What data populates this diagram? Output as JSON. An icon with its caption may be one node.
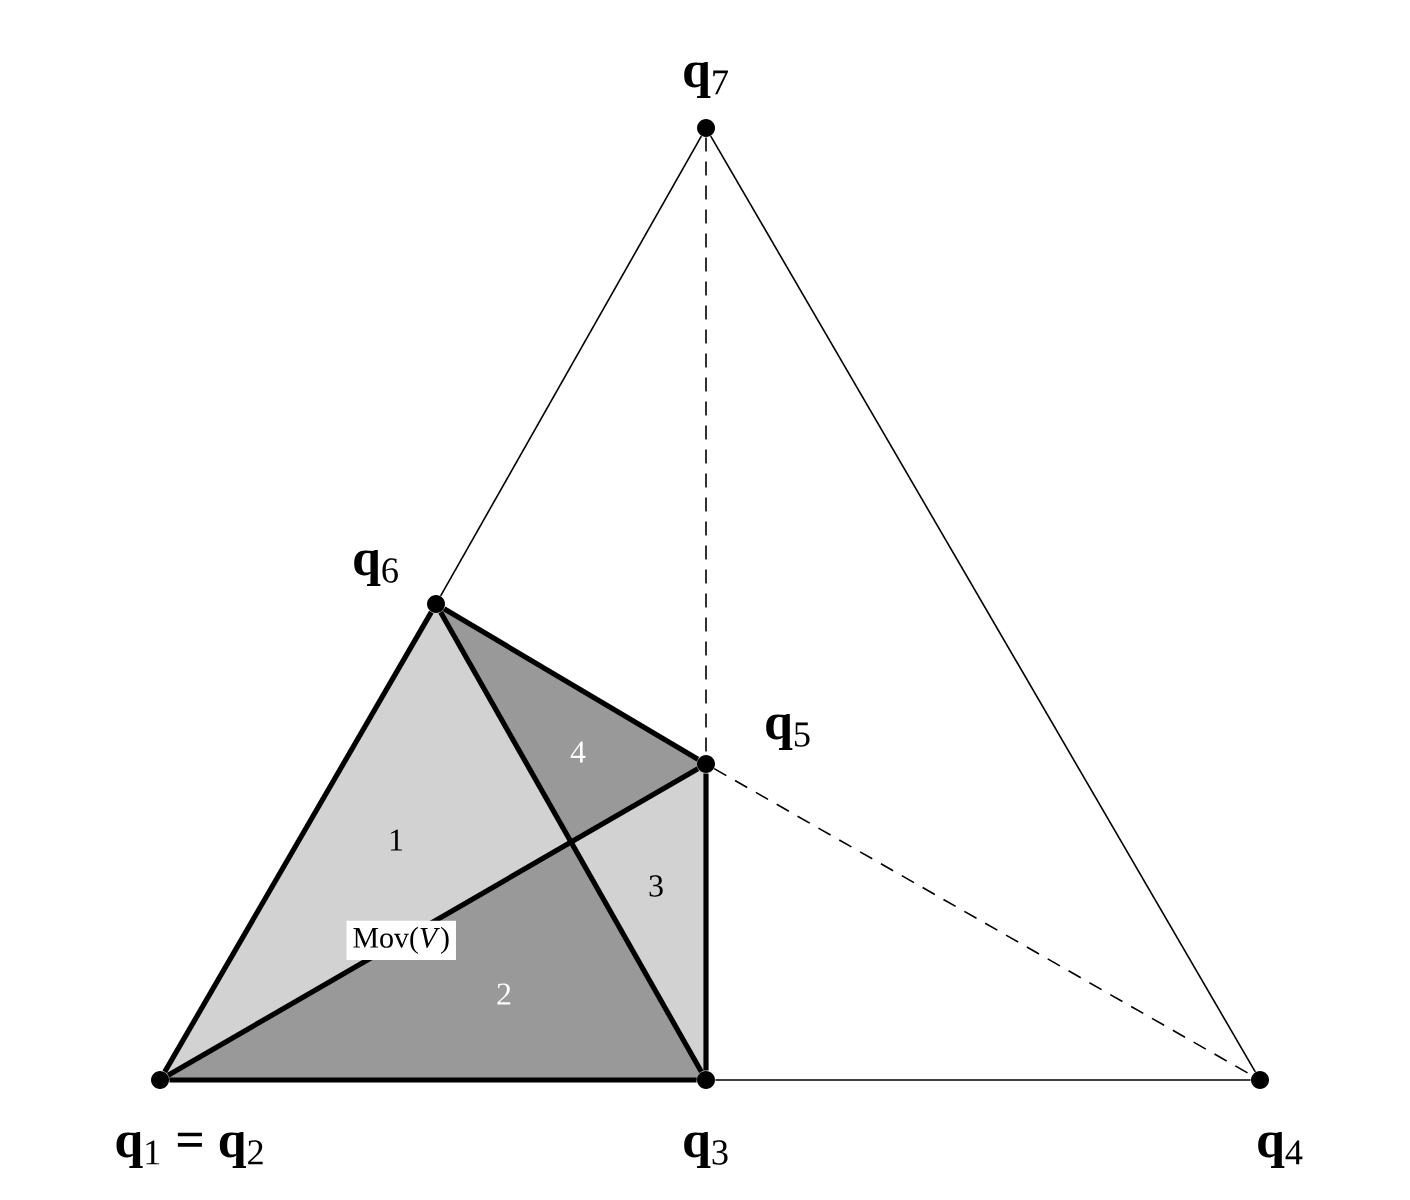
{
  "diagram": {
    "nodes": [
      {
        "text": [
          "**q**$_{7}$"
        ]
      },
      {
        "text": [
          "**q**$_{6}$"
        ]
      },
      {
        "text": [
          "**q**$_{5}$"
        ]
      },
      {
        "text": [
          "**q**$_{1}$ **=** **q**$_{2}$"
        ]
      },
      {
        "text": [
          "**q**$_{3}$"
        ]
      },
      {
        "text": [
          "**q**$_{4}$"
        ]
      }
    ],
    "edges": [
      {
        "from": 0,
        "to": 1,
        "arrow": "none"
      },
      {
        "from": 0,
        "to": 5,
        "arrow": "none"
      },
      {
        "from": 0,
        "to": 2,
        "arrow": "none",
        "style": "dashed"
      },
      {
        "from": 1,
        "to": 2,
        "arrow": "none"
      },
      {
        "from": 1,
        "to": 3,
        "arrow": "none"
      },
      {
        "from": 1,
        "to": 4,
        "arrow": "none"
      },
      {
        "from": 2,
        "to": 4,
        "arrow": "none"
      },
      {
        "from": 2,
        "to": 5,
        "arrow": "none",
        "style": "dashed"
      },
      {
        "from": 3,
        "to": 2,
        "arrow": "none",
        "label": "Mov(*V*)"
      },
      {
        "from": 3,
        "to": 4,
        "arrow": "none"
      },
      {
        "from": 4,
        "to": 5,
        "arrow": "none"
      }
    ],
    "labels": [
      "1",
      "2",
      "3",
      "4"
    ]
  }
}
